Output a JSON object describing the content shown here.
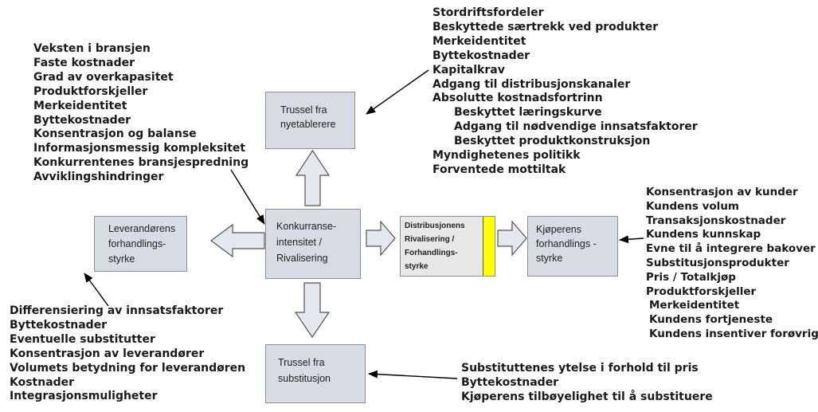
{
  "boxes": {
    "new_entrants": [
      "Trussel fra",
      "nyetablerere"
    ],
    "rivalry": [
      "Konkurranse-",
      "intensitet /",
      "Rivalisering"
    ],
    "suppliers": [
      "Leverandørens",
      "forhandlings-",
      "styrke"
    ],
    "distributors": [
      "Distribusjonens",
      "Rivalisering /",
      "Forhandlings-",
      "styrke"
    ],
    "buyers": [
      "Kjøperens",
      "forhandlings -",
      "styrke"
    ],
    "substitutes": [
      "Trussel fra",
      "substitusjon"
    ]
  },
  "lists": {
    "rivalry_factors": [
      "Veksten i bransjen",
      "Faste kostnader",
      "Grad av overkapasitet",
      "Produktforskjeller",
      "Merkeidentitet",
      "Byttekostnader",
      "Konsentrasjon og balanse",
      "Informasjonsmessig kompleksitet",
      "Konkurrentenes bransjespredning",
      "Avviklingshindringer"
    ],
    "entry_barriers": [
      "Stordriftsfordeler",
      "Beskyttede særtrekk ved produkter",
      "Merkeidentitet",
      "Byttekostnader",
      "Kapitalkrav",
      "Adgang til distribusjonskanaler",
      "Absolutte kostnadsfortrinn"
    ],
    "cost_advantages": [
      "Beskyttet læringskurve",
      "Adgang til nødvendige innsatsfaktorer",
      "Beskyttet produktkonstruksjon"
    ],
    "entry_barriers_tail": [
      "Myndighetenes politikk",
      "Forventede mottiltak"
    ],
    "buyer_factors": [
      "Konsentrasjon av kunder",
      "Kundens volum",
      "Transaksjonskostnader",
      "Kundens kunnskap",
      "Evne til å integrere bakover",
      "Substitusjonsprodukter",
      "Pris / Totalkjøp",
      "Produktforskjeller"
    ],
    "buyer_factors_tail": [
      "Merkeidentitet",
      "Kundens fortjeneste",
      "Kundens insentiver forøvrig"
    ],
    "supplier_factors": [
      "Differensiering av innsatsfaktorer",
      "Byttekostnader",
      "Eventuelle substitutter",
      "Konsentrasjon av leverandører",
      "Volumets betydning for leverandøren",
      "Kostnader",
      "Integrasjonsmuligheter"
    ],
    "substitute_factors": [
      "Substituttenes ytelse i forhold til pris",
      "Byttekostnader",
      "Kjøperens tilbøyelighet til å substituere"
    ]
  },
  "colors": {
    "box_fill": "#d6dbe4",
    "box_border": "#8a8f99",
    "distributor_fill": "#e8e8e8",
    "accent_bar": "#ffff00",
    "arrow_fill": "#e4e8ef"
  }
}
